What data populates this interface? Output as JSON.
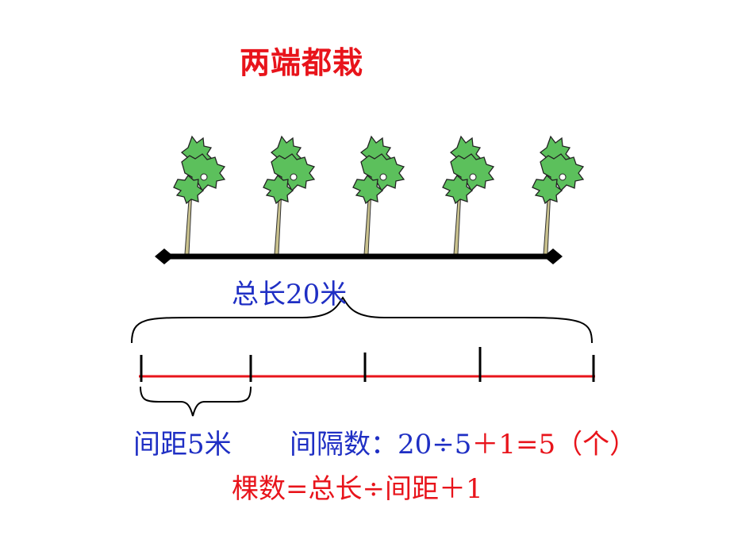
{
  "title": "两端都栽",
  "total_label": "总长20米",
  "spacing_label": "间距5米",
  "equation": {
    "prefix": "间隔数：",
    "blue_part": "20÷5",
    "red_part": "＋1",
    "result_part": "=5（个）"
  },
  "formula": "棵数=总长÷间距＋1",
  "tree_count": 5,
  "segment_count": 4,
  "colors": {
    "title": "#e8141b",
    "blue_text": "#1f2fc4",
    "red": "#e8141b",
    "line": "#000000",
    "foliage": "#5cc05c",
    "trunk": "#c9c18d"
  }
}
